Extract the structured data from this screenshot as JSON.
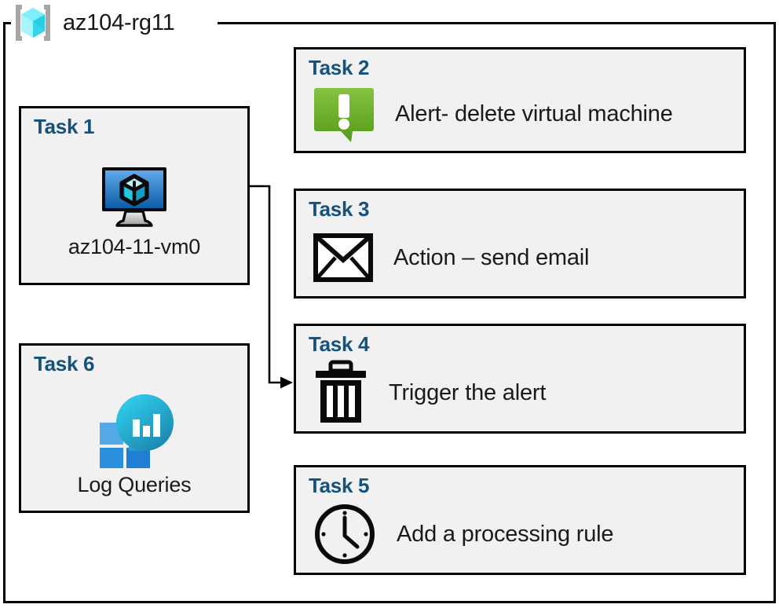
{
  "diagram": {
    "resource_group": {
      "name": "az104-rg11",
      "icon": "azure-resource-group-icon"
    },
    "colors": {
      "card_background": "#f1f1f1",
      "card_border": "#000000",
      "title_blue": "#14517b",
      "alert_green_light": "#8cc63e",
      "alert_green_dark": "#5a9e1e",
      "vm_blue_light": "#5ba3e8",
      "vm_blue_dark": "#0f62ab",
      "cube_cyan": "#5ee7f5",
      "log_cyan": "#1fc4e0",
      "log_teal": "#1f8fb5",
      "tile_blue": "#3b9ae1",
      "tile_blue_dark": "#1b7fd4",
      "canvas": "#ffffff"
    },
    "cards": [
      {
        "id": "task-1",
        "title": "Task 1",
        "caption": "az104-11-vm0",
        "icon": "virtual-machine-icon",
        "column": "left"
      },
      {
        "id": "task-2",
        "title": "Task 2",
        "caption": "Alert- delete virtual machine",
        "icon": "alert-exclamation-icon",
        "column": "right"
      },
      {
        "id": "task-3",
        "title": "Task 3",
        "caption": "Action – send email",
        "icon": "envelope-icon",
        "column": "right"
      },
      {
        "id": "task-4",
        "title": "Task 4",
        "caption": "Trigger the alert",
        "icon": "trash-can-icon",
        "column": "right"
      },
      {
        "id": "task-5",
        "title": "Task 5",
        "caption": "Add a processing rule",
        "icon": "clock-icon",
        "column": "right"
      },
      {
        "id": "task-6",
        "title": "Task 6",
        "caption": "Log Queries",
        "icon": "log-analytics-icon",
        "column": "left"
      }
    ],
    "connector": {
      "from": "task-1",
      "to": "task-4",
      "style": "elbow-arrow"
    }
  }
}
